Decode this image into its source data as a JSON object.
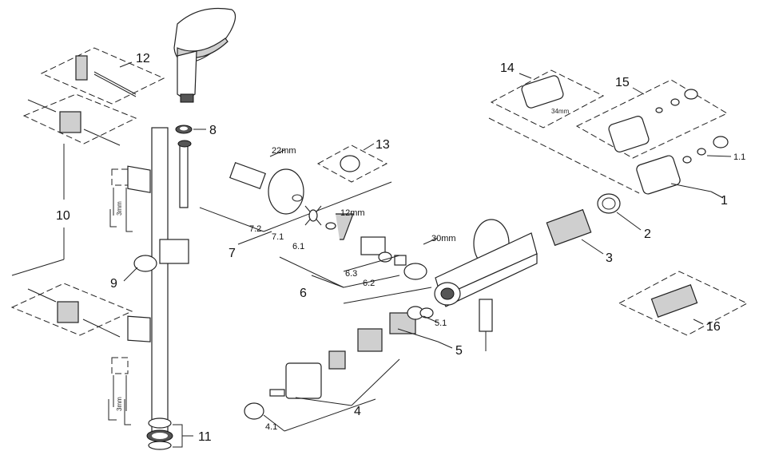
{
  "labels": {
    "l1": "1",
    "l1_1": "1.1",
    "l2": "2",
    "l3": "3",
    "l4": "4",
    "l4_1": "4.1",
    "l5": "5",
    "l5_1": "5.1",
    "l6": "6",
    "l6_1": "6.1",
    "l6_2": "6.2",
    "l6_3": "6.3",
    "l7": "7",
    "l7_1": "7.1",
    "l7_2": "7.2",
    "l8": "8",
    "l9": "9",
    "l10": "10",
    "l11": "11",
    "l12": "12",
    "l13": "13",
    "l14": "14",
    "l15": "15",
    "l16": "16"
  },
  "dims": {
    "d22mm": "22mm",
    "d12mm": "12mm",
    "d30mm": "30mm",
    "d34mm": "34mm",
    "d3mm_top": "3mm",
    "d3mm_bottom": "3mm"
  }
}
